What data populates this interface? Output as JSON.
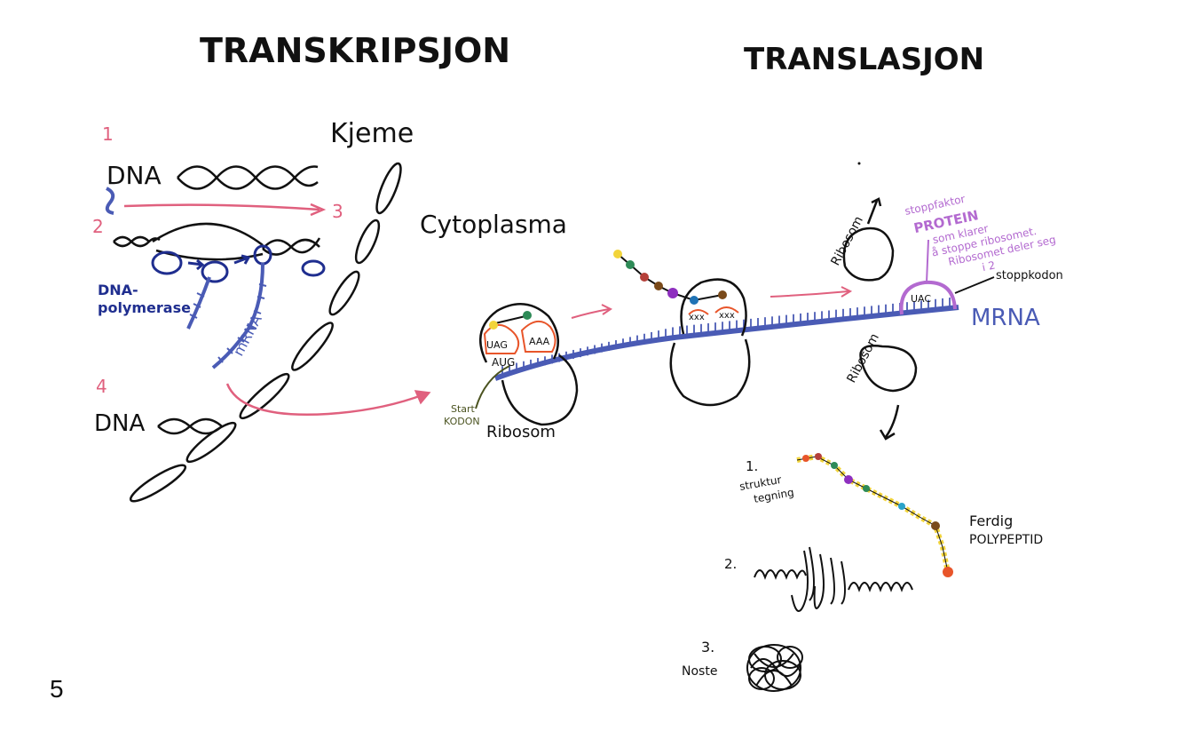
{
  "page_number": "5",
  "colors": {
    "ink": "#111111",
    "blue": "#4a5bb5",
    "navy": "#1f2e8f",
    "pink": "#e0607e",
    "purple": "#b36ad0",
    "orange": "#e8552a",
    "yellow": "#f2d43a",
    "olive": "#4b5320"
  },
  "transcription": {
    "title": "TRANSKRIPSJON",
    "nucleus_label": "Kjeme",
    "cytoplasm_label": "Cytoplasma",
    "step_1": "1",
    "step_2": "2",
    "step_3": "3",
    "step_4": "4",
    "dna_label_top": "DNA",
    "dna_label_bottom": "DNA",
    "polymerase_label_line1": "DNA-",
    "polymerase_label_line2": "polymerase",
    "mrna_label": "mRNA"
  },
  "translation": {
    "title": "TRANSLASJON",
    "start_codon_line1": "Start",
    "start_codon_line2": "KODON",
    "ribosome_label_1": "Ribosom",
    "ribosome_label_2": "Ribosom",
    "ribosome_label_3": "Ribosom",
    "codon_start_top": "UAG",
    "codon_start_bottom": "AUG",
    "codon_pair": "AAA",
    "codon_x1": "xxx",
    "codon_x2": "xxx",
    "stop_codon_seq": "UAC",
    "stop_codon_label": "stoppkodon",
    "mrna_label": "MRNA",
    "stop_factor": "stoppfaktor",
    "protein_title": "PROTEIN",
    "protein_desc_1": "som klarer",
    "protein_desc_2": "å stoppe ribosomet.",
    "protein_desc_3": "Ribosomet deler seg",
    "protein_desc_4": "i 2"
  },
  "folding": {
    "step_1": "1.",
    "step_1_label_line1": "struktur",
    "step_1_label_line2": "tegning",
    "step_2": "2.",
    "step_3": "3.",
    "step_3_label": "Noste",
    "finished_line1": "Ferdig",
    "finished_line2": "POLYPEPTID"
  }
}
